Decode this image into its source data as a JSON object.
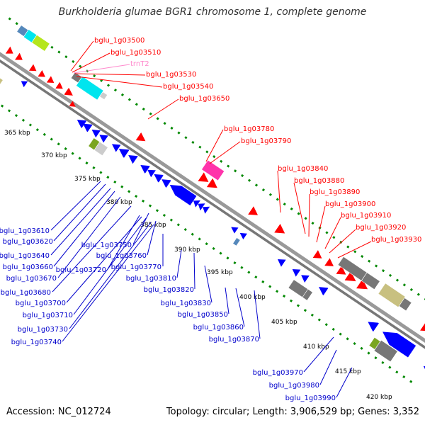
{
  "title": "Burkholderia glumae BGR1 chromosome 1, complete genome",
  "footer": {
    "accession": "Accession: NC_012724",
    "info": "Topology: circular; Length: 3,906,529 bp; Genes: 3,352"
  },
  "colors": {
    "backbone": "#888888",
    "tick": "#008800",
    "forward_label": "#ff0000",
    "reverse_label": "#0000cc",
    "rna_label": "#ff88cc",
    "forward_gene": "#ff0000",
    "reverse_gene": "#0000ff",
    "cog_gray": "#777777",
    "cog_cyan": "#00e5ee",
    "cog_lime": "#b5e61d",
    "cog_magenta": "#ff33aa",
    "cog_khaki": "#c8c080",
    "cog_olive": "#7aa520",
    "cog_steel": "#5588bb",
    "cog_slate": "#555566"
  },
  "kbp_ticks": [
    "365 kbp",
    "370 kbp",
    "375 kbp",
    "380 kbp",
    "385 kbp",
    "390 kbp",
    "395 kbp",
    "400 kbp",
    "405 kbp",
    "410 kbp",
    "415 kbp",
    "420 kbp"
  ],
  "top_labels": [
    "bglu_1g03500",
    "bglu_1g03510",
    "trnT2",
    "bglu_1g03530",
    "bglu_1g03540",
    "bglu_1g03650",
    "bglu_1g03780",
    "bglu_1g03790",
    "bglu_1g03840",
    "bglu_1g03880",
    "bglu_1g03890",
    "bglu_1g03900",
    "bglu_1g03910",
    "bglu_1g03920",
    "bglu_1g03930"
  ],
  "bottom_labels": [
    "bglu_1g03610",
    "bglu_1g03620",
    "bglu_1g03640",
    "bglu_1g03660",
    "bglu_1g03670",
    "bglu_1g03680",
    "bglu_1g03700",
    "bglu_1g03710",
    "bglu_1g03730",
    "bglu_1g03740",
    "bglu_1g03720",
    "bglu_1g03750",
    "bglu_1g03760",
    "bglu_1g03770",
    "bglu_1g03810",
    "bglu_1g03820",
    "bglu_1g03830",
    "bglu_1g03850",
    "bglu_1g03860",
    "bglu_1g03870",
    "bglu_1g03970",
    "bglu_1g03980",
    "bglu_1g03990"
  ]
}
